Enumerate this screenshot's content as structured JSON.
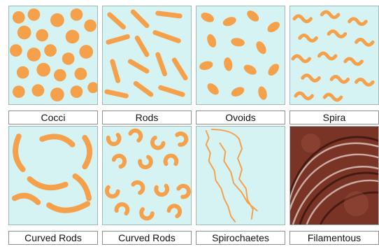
{
  "colors": {
    "panel_bg": "#d5f3f2",
    "bacteria": "#f5a04b",
    "filament_bg": "#6e2d22",
    "label_border": "#8f8f8f"
  },
  "panels": [
    {
      "label": "Cocci",
      "icon": "cocci-bacteria-illustration"
    },
    {
      "label": "Rods",
      "icon": "rods-bacteria-illustration"
    },
    {
      "label": "Ovoids",
      "icon": "ovoids-bacteria-illustration"
    },
    {
      "label": "Spira",
      "icon": "spira-bacteria-illustration"
    },
    {
      "label": "Curved Rods",
      "icon": "curved-rods-bacteria-illustration"
    },
    {
      "label": "Curved Rods",
      "icon": "curved-rods-bent-bacteria-illustration"
    },
    {
      "label": "Spirochaetes",
      "icon": "spirochaetes-bacteria-illustration"
    },
    {
      "label": "Filamentous",
      "icon": "filamentous-bacteria-micrograph"
    }
  ]
}
